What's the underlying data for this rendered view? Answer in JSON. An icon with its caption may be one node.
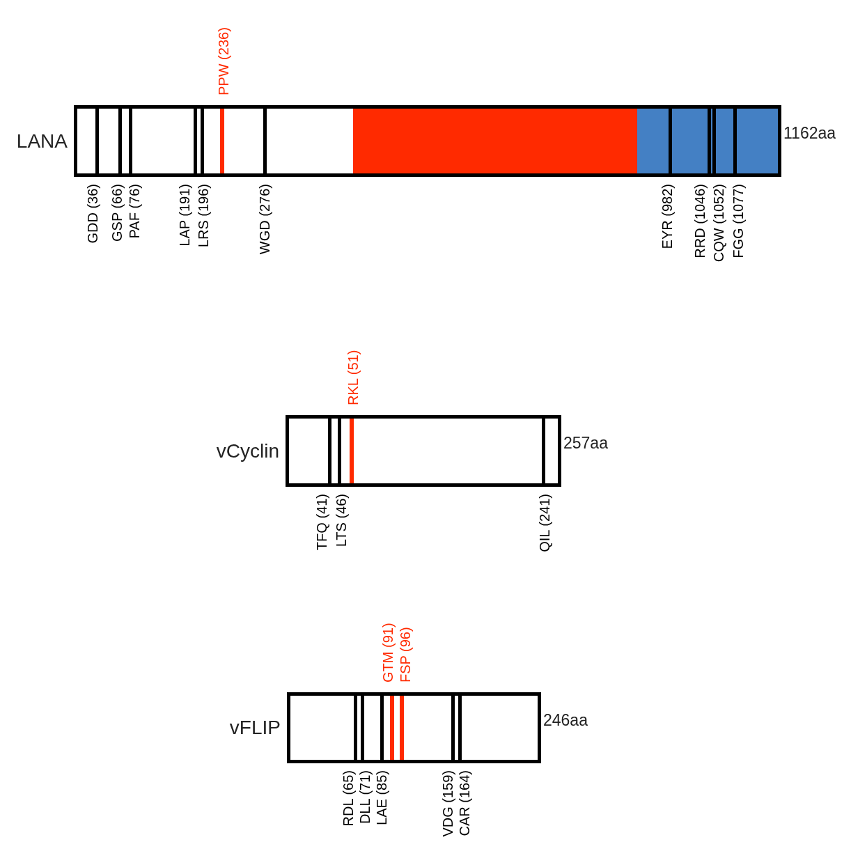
{
  "diagram": {
    "nodes": [
      {
        "text": [
          "LANA"
        ],
        "beside": [
          "1162aa"
        ]
      },
      {
        "text": [],
        "shape": "box",
        "in": 0
      },
      {
        "text": [],
        "shape": "box",
        "in": 0
      },
      {
        "text": [
          "vCyclin"
        ],
        "beside": [
          "257aa"
        ]
      },
      {
        "text": [
          "vFLIP"
        ],
        "beside": [
          "246aa"
        ]
      }
    ],
    "labels": [
      "PPW (236)",
      "GDD (36)",
      "GSP (66)",
      "PAF (76)",
      "LAP (191)",
      "LRS (196)",
      "WGD (276)",
      "EYR (982)",
      "RRD (1046)",
      "CQW (1052)",
      "FGG (1077)",
      "RKL (51)",
      "TFQ (41)",
      "LTS (46)",
      "QIL (241)",
      "GTM (91)",
      "FSP (96)",
      "RDL (65)",
      "DLL (71)",
      "LAE (85)",
      "VDG (159)",
      "CAR (164)"
    ]
  }
}
